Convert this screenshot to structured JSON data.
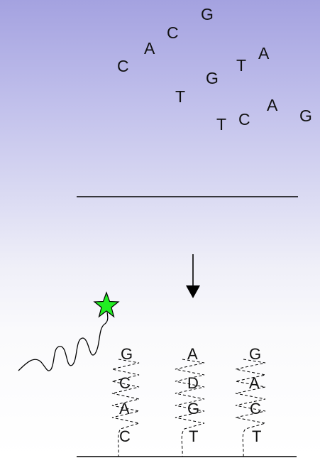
{
  "floating_bases": [
    "C",
    "A",
    "C",
    "G",
    "G",
    "T",
    "A",
    "T",
    "T",
    "C",
    "A",
    "G"
  ],
  "columns": [
    {
      "bases": [
        "G",
        "C",
        "A",
        "C"
      ]
    },
    {
      "bases": [
        "A",
        "D",
        "G",
        "T"
      ]
    },
    {
      "bases": [
        "G",
        "A",
        "C",
        "T"
      ]
    }
  ],
  "colors": {
    "star_fill": "#22ee22",
    "star_stroke": "#000000",
    "line": "#000000"
  },
  "icons": {
    "arrow": "arrow-down-icon",
    "fluorophore": "star-icon"
  }
}
